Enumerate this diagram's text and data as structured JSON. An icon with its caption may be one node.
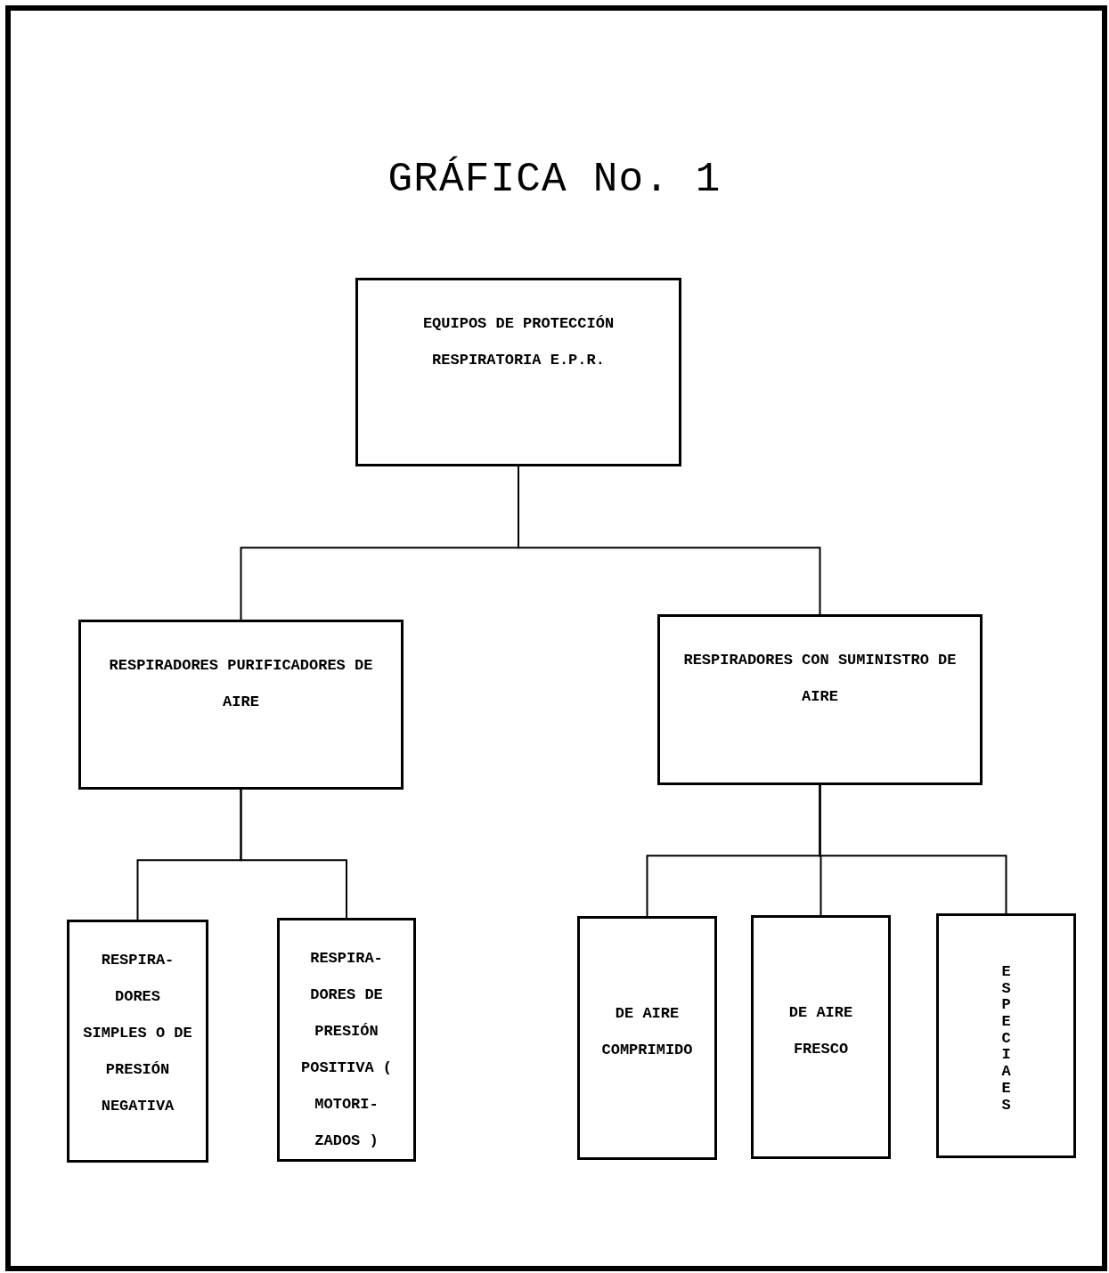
{
  "diagram": {
    "title": "GRÁFICA No. 1",
    "nodes": [
      {
        "text": [
          "EQUIPOS DE PROTECCIÓN RESPIRATORIA E.P.R."
        ]
      },
      {
        "text": [
          "RESPIRADORES PURIFICADORES DE AIRE"
        ]
      },
      {
        "text": [
          "RESPIRADORES CON SUMINISTRO DE AIRE"
        ]
      },
      {
        "text": [
          "RESPIRA- DORES SIMPLES O DE PRESIÓN NEGATIVA"
        ]
      },
      {
        "text": [
          "RESPIRA- DORES DE PRESIÓN POSITIVA ( MOTORI- ZADOS )"
        ]
      },
      {
        "text": [
          "DE AIRE COMPRIMIDO"
        ]
      },
      {
        "text": [
          "DE AIRE FRESCO"
        ]
      },
      {
        "text": [
          "ESPECIAES"
        ]
      }
    ],
    "edges": [
      {
        "from": 0,
        "to": 1,
        "arrow": "none"
      },
      {
        "from": 0,
        "to": 2,
        "arrow": "none"
      },
      {
        "from": 1,
        "to": 3,
        "arrow": "none"
      },
      {
        "from": 1,
        "to": 4,
        "arrow": "none"
      },
      {
        "from": 2,
        "to": 5,
        "arrow": "none"
      },
      {
        "from": 2,
        "to": 6,
        "arrow": "none"
      },
      {
        "from": 2,
        "to": 7,
        "arrow": "none"
      }
    ]
  }
}
